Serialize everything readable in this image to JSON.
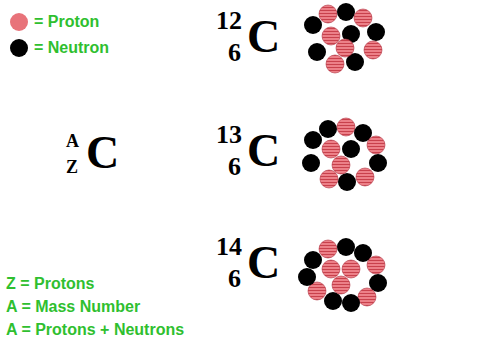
{
  "diagram": {
    "labels": [
      "A",
      "Z",
      "C",
      "12",
      "6",
      "C",
      "13",
      "6",
      "C",
      "14",
      "6",
      "C",
      "Z = Protons",
      "A = Mass Number",
      "A = Protons + Neutrons"
    ],
    "legend": [
      {
        "text": "= Proton",
        "color": "#e8737a"
      },
      {
        "text": "= Neutron",
        "color": "#000000"
      }
    ]
  }
}
